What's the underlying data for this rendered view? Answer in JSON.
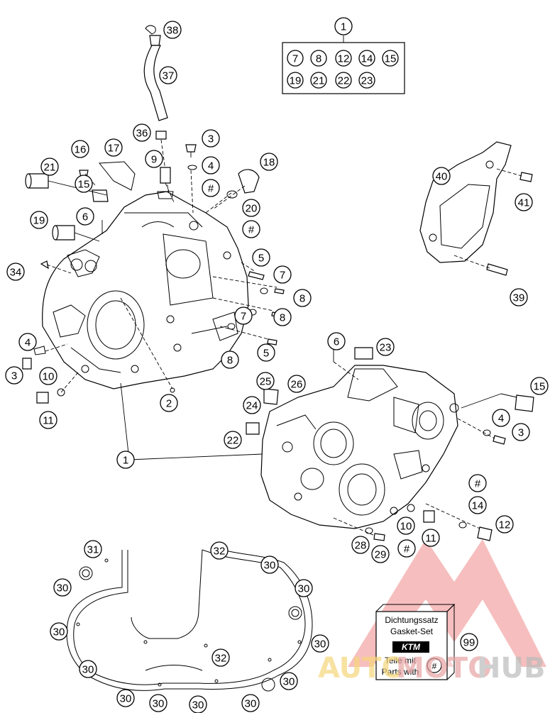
{
  "kit_group": {
    "main": "1",
    "members": [
      "7",
      "8",
      "12",
      "14",
      "15",
      "19",
      "21",
      "22",
      "23"
    ]
  },
  "callouts": [
    {
      "id": "c38",
      "label": "38"
    },
    {
      "id": "c37",
      "label": "37"
    },
    {
      "id": "c36",
      "label": "36"
    },
    {
      "id": "c3a",
      "label": "3"
    },
    {
      "id": "c4a",
      "label": "4"
    },
    {
      "id": "ch1",
      "label": "#"
    },
    {
      "id": "c16",
      "label": "16"
    },
    {
      "id": "c17",
      "label": "17"
    },
    {
      "id": "c9",
      "label": "9"
    },
    {
      "id": "c18",
      "label": "18"
    },
    {
      "id": "c21",
      "label": "21"
    },
    {
      "id": "c15a",
      "label": "15"
    },
    {
      "id": "c20",
      "label": "20"
    },
    {
      "id": "ch2",
      "label": "#"
    },
    {
      "id": "c19",
      "label": "19"
    },
    {
      "id": "c6a",
      "label": "6"
    },
    {
      "id": "c5a",
      "label": "5"
    },
    {
      "id": "c34",
      "label": "34"
    },
    {
      "id": "c7a",
      "label": "7"
    },
    {
      "id": "c8a",
      "label": "8"
    },
    {
      "id": "c8b",
      "label": "8"
    },
    {
      "id": "c7b",
      "label": "7"
    },
    {
      "id": "c4b",
      "label": "4"
    },
    {
      "id": "c8c",
      "label": "8"
    },
    {
      "id": "c5b",
      "label": "5"
    },
    {
      "id": "c3b",
      "label": "3"
    },
    {
      "id": "c10a",
      "label": "10"
    },
    {
      "id": "c2",
      "label": "2"
    },
    {
      "id": "c11a",
      "label": "11"
    },
    {
      "id": "c40",
      "label": "40"
    },
    {
      "id": "c41",
      "label": "41"
    },
    {
      "id": "c39",
      "label": "39"
    },
    {
      "id": "c6b",
      "label": "6"
    },
    {
      "id": "c23",
      "label": "23"
    },
    {
      "id": "c25",
      "label": "25"
    },
    {
      "id": "c26",
      "label": "26"
    },
    {
      "id": "c24",
      "label": "24"
    },
    {
      "id": "c15b",
      "label": "15"
    },
    {
      "id": "c4c",
      "label": "4"
    },
    {
      "id": "c3c",
      "label": "3"
    },
    {
      "id": "c22",
      "label": "22"
    },
    {
      "id": "c1b",
      "label": "1"
    },
    {
      "id": "ch3",
      "label": "#"
    },
    {
      "id": "c14",
      "label": "14"
    },
    {
      "id": "c12",
      "label": "12"
    },
    {
      "id": "c10b",
      "label": "10"
    },
    {
      "id": "c11b",
      "label": "11"
    },
    {
      "id": "c28",
      "label": "28"
    },
    {
      "id": "c29",
      "label": "29"
    },
    {
      "id": "ch4",
      "label": "#"
    },
    {
      "id": "c31",
      "label": "31"
    },
    {
      "id": "c32a",
      "label": "32"
    },
    {
      "id": "c30a",
      "label": "30"
    },
    {
      "id": "c30b",
      "label": "30"
    },
    {
      "id": "c30c",
      "label": "30"
    },
    {
      "id": "c30d",
      "label": "30"
    },
    {
      "id": "c30e",
      "label": "30"
    },
    {
      "id": "c32b",
      "label": "32"
    },
    {
      "id": "c30f",
      "label": "30"
    },
    {
      "id": "c30g",
      "label": "30"
    },
    {
      "id": "c30h",
      "label": "30"
    },
    {
      "id": "c30i",
      "label": "30"
    },
    {
      "id": "c30j",
      "label": "30"
    },
    {
      "id": "c30k",
      "label": "30"
    },
    {
      "id": "c30l",
      "label": "30"
    },
    {
      "id": "c99",
      "label": "99"
    }
  ],
  "gasket_box": {
    "line1": "Dichtungssatz",
    "line2": "Gasket-Set",
    "brand": "KTM",
    "line3": "Teile mit",
    "line4": "Parts with",
    "symbol": "#"
  },
  "watermark": {
    "text_a": "AUTO",
    "text_b": "MOTO",
    "text_c": "HUB",
    "color_a": "#f6d77a",
    "color_b": "#e8a3a3",
    "color_c": "#c9c9c9"
  }
}
